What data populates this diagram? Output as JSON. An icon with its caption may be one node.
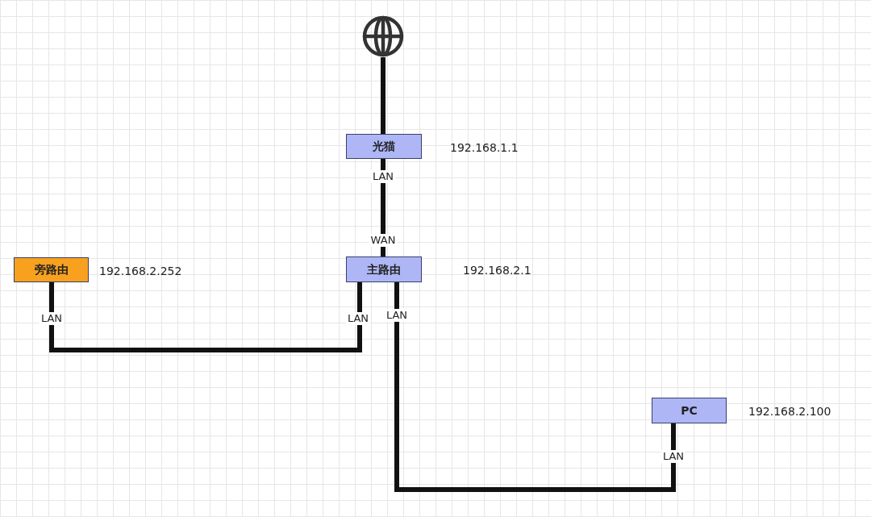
{
  "diagram": {
    "nodes": [
      {
        "text": [],
        "shape": "globe"
      },
      {
        "text": [
          "光猫"
        ],
        "beside": [
          "192.168.1.1"
        ]
      },
      {
        "text": [
          "主路由"
        ],
        "beside": [
          "192.168.2.1"
        ]
      },
      {
        "text": [
          "旁路由"
        ],
        "beside": [
          "192.168.2.252"
        ]
      },
      {
        "text": [
          "PC"
        ],
        "beside": [
          "192.168.2.100"
        ]
      }
    ],
    "edges": [
      {
        "from": 0,
        "to": 1,
        "arrow": "none"
      },
      {
        "from": 1,
        "to": 2,
        "arrow": "none"
      },
      {
        "from": 2,
        "to": 3,
        "arrow": "none"
      },
      {
        "from": 2,
        "to": 4,
        "arrow": "none"
      }
    ],
    "labels": [
      "LAN",
      "WAN",
      "LAN",
      "LAN",
      "LAN",
      "LAN"
    ]
  }
}
